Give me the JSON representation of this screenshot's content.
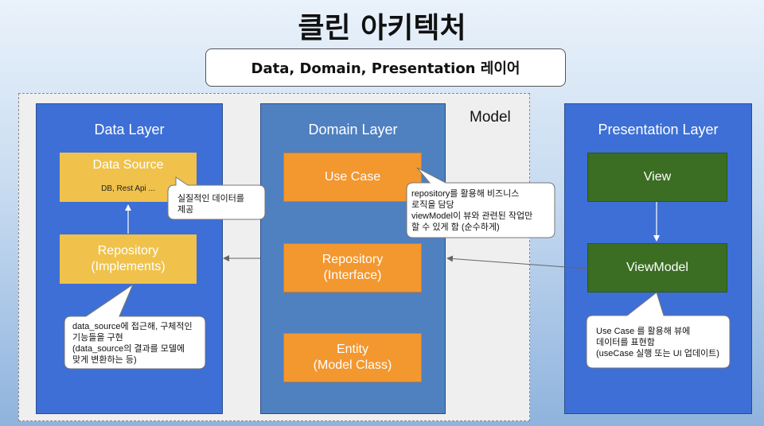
{
  "title": "클린 아키텍처",
  "subtitle": "Data, Domain, Presentation 레이어",
  "model_label": "Model",
  "layers": {
    "data": {
      "title": "Data Layer",
      "data_source": "Data Source",
      "data_source_detail": "DB, Rest Api ...",
      "repository_line1": "Repository",
      "repository_line2": "(Implements)"
    },
    "domain": {
      "title": "Domain Layer",
      "use_case": "Use Case",
      "repository_line1": "Repository",
      "repository_line2": "(Interface)",
      "entity_line1": "Entity",
      "entity_line2": "(Model Class)"
    },
    "presentation": {
      "title": "Presentation Layer",
      "view": "View",
      "viewmodel": "ViewModel"
    }
  },
  "callouts": {
    "data_source_note": [
      "실질적인 데이터를",
      "제공"
    ],
    "use_case_note": [
      "repository를 활용해 비즈니스",
      "로직을 담당",
      "viewModel이 뷰와 관련된 작업만",
      "할 수 있게 함 (순수하게)"
    ],
    "repository_note": [
      "data_source에 접근해, 구체적인",
      "기능들을 구현",
      "(data_source의 결과를 모델에",
      "맞게 변환하는 등)"
    ],
    "viewmodel_note": [
      "Use Case 를 활용해 뷰에",
      "데이터를 표현함",
      "(useCase 실행 또는 UI 업데이트)"
    ]
  },
  "colors": {
    "data_layer": "#3d6fd6",
    "domain_layer": "#4f80c0",
    "presentation_layer": "#3d6fd6",
    "data_box": "#f0c24b",
    "domain_box": "#f3972f",
    "presentation_box": "#3b6e22"
  }
}
